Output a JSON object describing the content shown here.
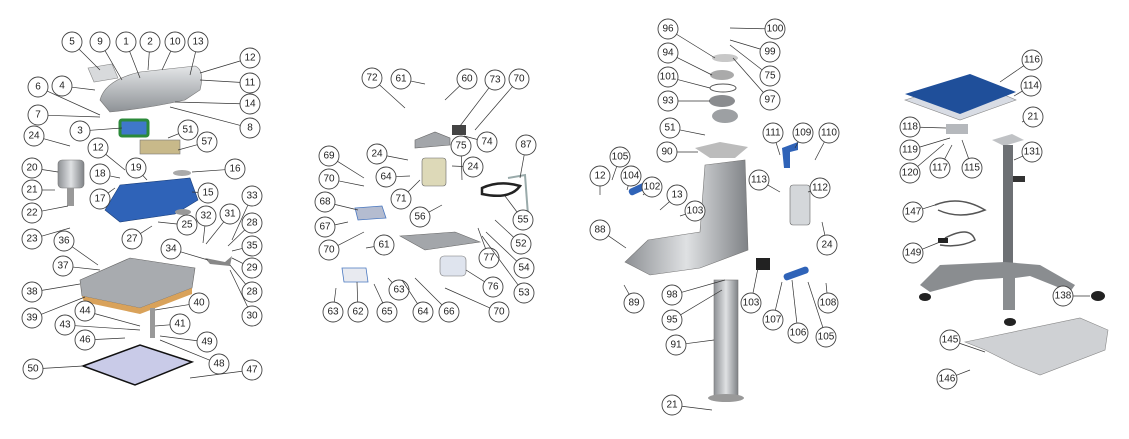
{
  "diagram": {
    "sections": [
      {
        "name": "press-head-assembly",
        "callouts": [
          "5",
          "9",
          "1",
          "2",
          "10",
          "13",
          "12",
          "11",
          "4",
          "6",
          "14",
          "7",
          "8",
          "3",
          "24",
          "51",
          "57",
          "12",
          "20",
          "19",
          "18",
          "16",
          "21",
          "17",
          "15",
          "33",
          "22",
          "32",
          "31",
          "28",
          "23",
          "27",
          "25",
          "36",
          "37",
          "34",
          "35",
          "29",
          "28",
          "30",
          "38",
          "39",
          "40",
          "44",
          "43",
          "41",
          "46",
          "49",
          "48",
          "50",
          "47"
        ]
      },
      {
        "name": "pneumatic-assembly",
        "callouts": [
          "72",
          "61",
          "60",
          "73",
          "70",
          "74",
          "87",
          "69",
          "24",
          "24",
          "75",
          "70",
          "64",
          "71",
          "68",
          "56",
          "67",
          "55",
          "52",
          "70",
          "61",
          "77",
          "54",
          "76",
          "53",
          "63",
          "62",
          "65",
          "63",
          "64",
          "66",
          "70"
        ]
      },
      {
        "name": "arm-column-assembly",
        "callouts": [
          "100",
          "96",
          "99",
          "94",
          "75",
          "101",
          "97",
          "93",
          "51",
          "111",
          "109",
          "110",
          "90",
          "105",
          "12",
          "104",
          "102",
          "113",
          "112",
          "13",
          "103",
          "88",
          "24",
          "98",
          "89",
          "103",
          "108",
          "95",
          "107",
          "106",
          "105",
          "91",
          "21"
        ]
      },
      {
        "name": "stand-assembly",
        "callouts": [
          "116",
          "114",
          "21",
          "118",
          "131",
          "119",
          "117",
          "115",
          "120",
          "147",
          "149",
          "138",
          "145",
          "146"
        ]
      }
    ],
    "colors": {
      "housing": "#b9bcc0",
      "base_blue": "#2f63b8",
      "platen_pad": "#d9a25a",
      "lcd": "#3f78c9",
      "lower_plate": "#c9cbe8",
      "platen_blue": "#1f4f9a"
    }
  }
}
